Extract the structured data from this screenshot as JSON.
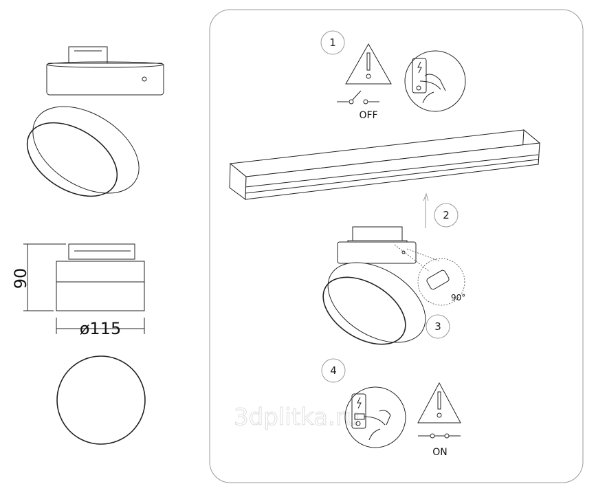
{
  "steps": {
    "s1": "1",
    "s2": "2",
    "s3": "3",
    "s4": "4"
  },
  "labels": {
    "off": "OFF",
    "on": "ON",
    "rotation": "90°"
  },
  "dimensions": {
    "height": "90",
    "diameter": "ø115"
  },
  "watermark": "3dplitka.ru",
  "colors": {
    "line": "#222222",
    "panel_border": "#999999",
    "watermark": "#dddddd"
  }
}
